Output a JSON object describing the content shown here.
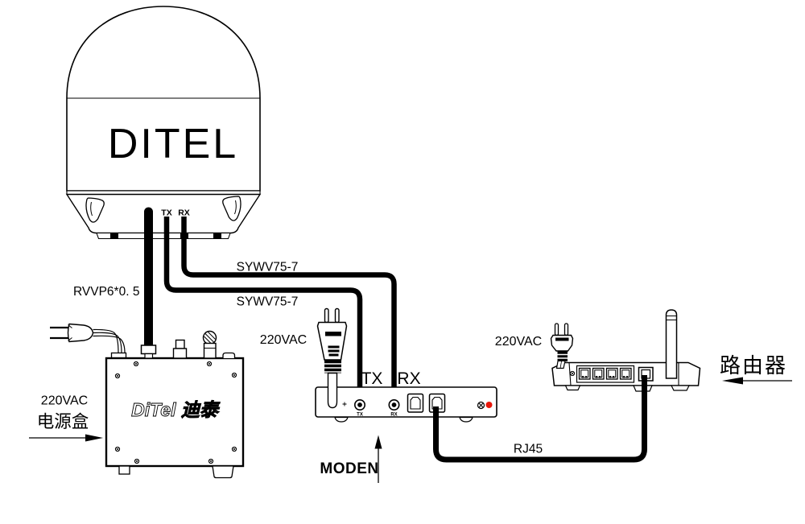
{
  "diagram": {
    "antenna": {
      "brand": "DITEL",
      "tx_port_label": "TX",
      "rx_port_label": "RX"
    },
    "cables": {
      "power_control_cable": "RVVP6*0. 5",
      "rx_coax_cable": "SYWV75-7",
      "tx_coax_cable": "SYWV75-7",
      "ethernet_cable": "RJ45"
    },
    "power_box": {
      "voltage_label": "220VAC",
      "name": "电源盒",
      "logo": "DiTel 迪泰"
    },
    "modem": {
      "voltage_label": "220VAC",
      "tx_label": "TX",
      "rx_label": "RX",
      "tx_connector_label": "TX",
      "rx_connector_label": "RX",
      "name": "MODEN"
    },
    "router": {
      "voltage_label": "220VAC",
      "name": "路由器"
    }
  },
  "colors": {
    "line": "#000000",
    "led_red": "#e8170b",
    "background": "#ffffff"
  }
}
